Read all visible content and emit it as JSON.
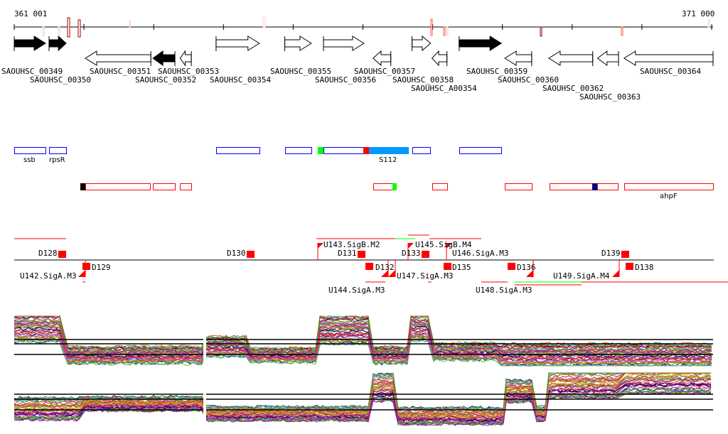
{
  "ruler": {
    "start_label": "361 001",
    "end_label": "371 000",
    "start": 361001,
    "end": 371000
  },
  "genes": [
    {
      "label": "SAOUHSC_00349",
      "start": 361001,
      "end": 361450,
      "strand": "+",
      "filled": true
    },
    {
      "label": "SAOUHSC_00350",
      "start": 361500,
      "end": 361745,
      "strand": "+",
      "filled": true
    },
    {
      "label": "SAOUHSC_00351",
      "start": 362020,
      "end": 362960,
      "strand": "-",
      "filled": false
    },
    {
      "label": "SAOUHSC_00352",
      "start": 362990,
      "end": 363305,
      "strand": "-",
      "filled": true
    },
    {
      "label": "SAOUHSC_00353",
      "start": 363380,
      "end": 363540,
      "strand": "-",
      "filled": false
    },
    {
      "label": "SAOUHSC_00354",
      "start": 363895,
      "end": 364515,
      "strand": "+",
      "filled": false
    },
    {
      "label": "SAOUHSC_00355",
      "start": 364880,
      "end": 365260,
      "strand": "+",
      "filled": false
    },
    {
      "label": "SAOUHSC_00356",
      "start": 365435,
      "end": 366015,
      "strand": "+",
      "filled": false
    },
    {
      "label": "SAOUHSC_00357",
      "start": 366145,
      "end": 366400,
      "strand": "-",
      "filled": false
    },
    {
      "label": "SAOUHSC_00358",
      "start": 366705,
      "end": 366970,
      "strand": "+",
      "filled": false
    },
    {
      "label": "SAOUHSC_A00354",
      "start": 366990,
      "end": 367205,
      "strand": "-",
      "filled": false
    },
    {
      "label": "SAOUHSC_00359",
      "start": 367380,
      "end": 367985,
      "strand": "+",
      "filled": true
    },
    {
      "label": "SAOUHSC_00360",
      "start": 368035,
      "end": 368420,
      "strand": "-",
      "filled": false
    },
    {
      "label": "SAOUHSC_00362",
      "start": 368665,
      "end": 369295,
      "strand": "-",
      "filled": false
    },
    {
      "label": "SAOUHSC_00363",
      "start": 369365,
      "end": 369665,
      "strand": "-",
      "filled": false
    },
    {
      "label": "SAOUHSC_00364",
      "start": 369745,
      "end": 371020,
      "strand": "-",
      "filled": false
    }
  ],
  "operons_track": {
    "labels": [
      "ssb",
      "rpsR",
      "S112"
    ]
  },
  "features_track": {
    "labels": [
      "ahpF"
    ]
  },
  "markers": {
    "labels": [
      "D128",
      "D129",
      "D130",
      "D131",
      "D132",
      "D133",
      "D135",
      "D136",
      "D139",
      "D138",
      "U142.SigA.M3",
      "U143.SigB.M2",
      "U144.SigA.M3",
      "U145.SigB.M4",
      "U146.SigA.M3",
      "U147.SigA.M3",
      "U148.SigA.M3",
      "U149.SigA.M4"
    ]
  },
  "colors": {
    "red": "#ff0000",
    "blue": "#0000ff",
    "green": "#00ff00",
    "cyan": "#0099ff",
    "navy": "#000080"
  }
}
